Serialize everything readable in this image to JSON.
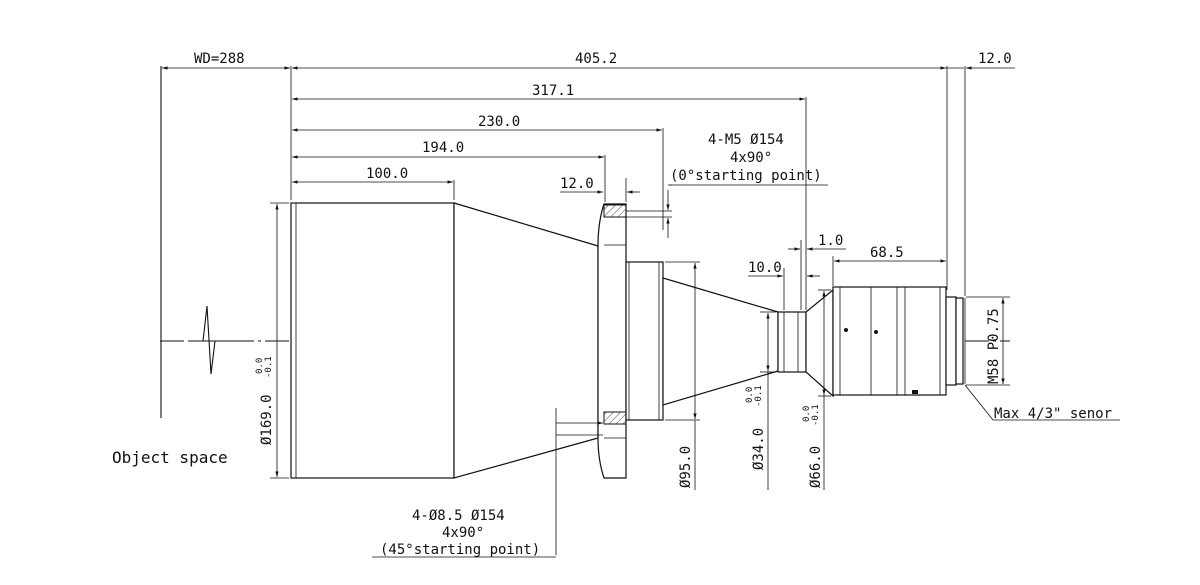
{
  "dimensions": {
    "working_distance": "WD=288",
    "total_length": "405.2",
    "length_317": "317.1",
    "length_230": "230.0",
    "length_194": "194.0",
    "length_100": "100.0",
    "flange_thickness": "12.0",
    "gap_1": "1.0",
    "length_10": "10.0",
    "length_68_5": "68.5",
    "back_focus": "12.0",
    "dia_169": "Ø169.0",
    "tol_169_upper": "0.0",
    "tol_169_lower": "-0.1",
    "dia_95": "Ø95.0",
    "dia_34": "Ø34.0",
    "tol_34_upper": "0.0",
    "tol_34_lower": "-0.1",
    "dia_66": "Ø66.0",
    "tol_66_upper": "0.0",
    "tol_66_lower": "-0.1",
    "thread": "M58 P0.75"
  },
  "notes": {
    "screw_holes_line1": "4-M5 Ø154",
    "screw_holes_line2": "4x90°",
    "screw_holes_line3": "(0°starting point)",
    "through_holes_line1": "4-Ø8.5 Ø154",
    "through_holes_line2": "4x90°",
    "through_holes_line3": "(45°starting point)",
    "sensor": "Max 4/3\" senor",
    "object_space": "Object space"
  }
}
